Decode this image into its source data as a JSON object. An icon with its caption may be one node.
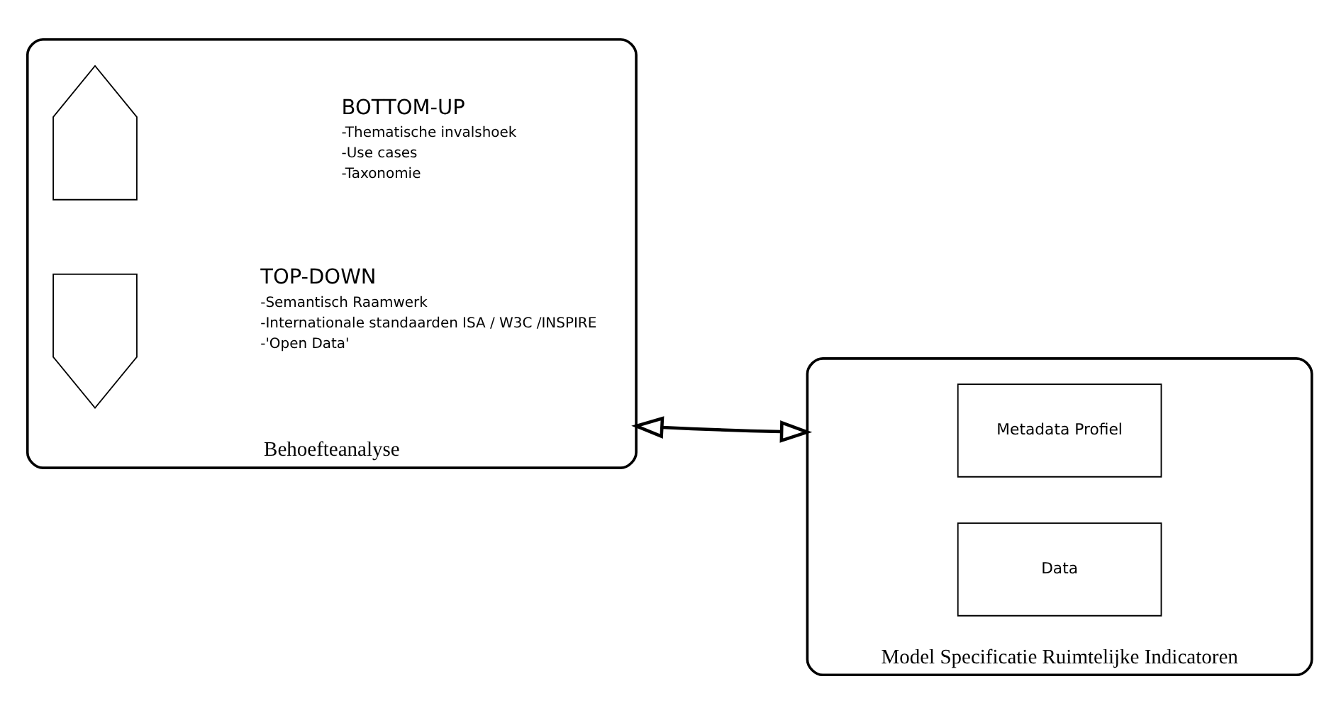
{
  "diagram": {
    "nodes": [
      {
        "text": [
          "Behoefteanalyse"
        ]
      },
      {
        "text": [],
        "shape": "arrow",
        "in": 0,
        "beside": [
          "TOP-DOWN",
          "-Semantisch Raamwerk",
          "-Internationale standaarden ISA / W3C /INSPIRE",
          "-'Open Data'"
        ]
      },
      {
        "text": [],
        "shape": "arrow",
        "in": 0,
        "beside": [
          "BOTTOM-UP",
          "-Thematische invalshoek",
          "-Use cases",
          "-Taxonomie"
        ]
      },
      {
        "text": [
          "Model Specificatie Ruimtelijke Indicatoren"
        ]
      },
      {
        "text": [
          "Metadata Profiel"
        ],
        "in": 3
      },
      {
        "text": [
          "Data"
        ],
        "in": 3
      }
    ],
    "edges": [
      {
        "from": 0,
        "to": 3,
        "arrow": "both"
      }
    ]
  }
}
